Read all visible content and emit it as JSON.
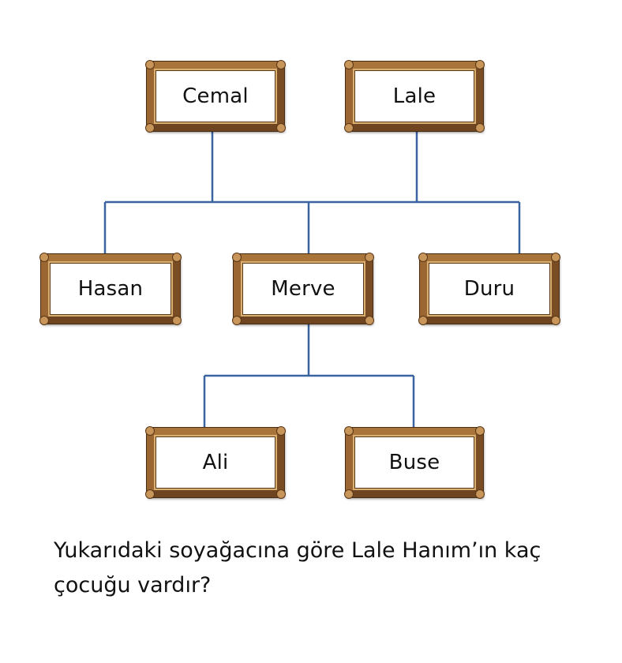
{
  "tree": {
    "line_color": "#3a64a0",
    "frame_color": "#8b5a2b",
    "parents": [
      {
        "id": "cemal",
        "name": "Cemal"
      },
      {
        "id": "lale",
        "name": "Lale"
      }
    ],
    "children": [
      {
        "id": "hasan",
        "name": "Hasan"
      },
      {
        "id": "merve",
        "name": "Merve"
      },
      {
        "id": "duru",
        "name": "Duru"
      }
    ],
    "grandchildren": [
      {
        "id": "ali",
        "name": "Ali"
      },
      {
        "id": "buse",
        "name": "Buse"
      }
    ]
  },
  "question": {
    "text": "Yukarıdaki soyağacına göre Lale Hanım’ın kaç çocuğu vardır?"
  }
}
